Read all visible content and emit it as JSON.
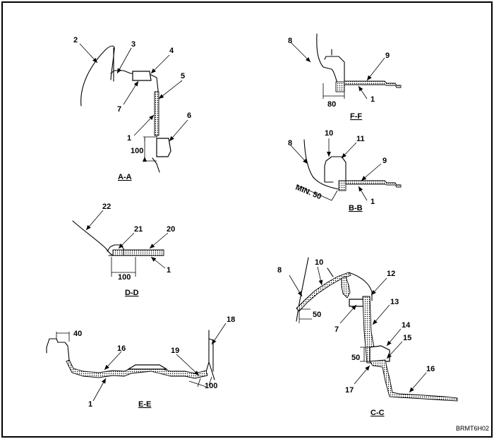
{
  "figure_code": "BRMT6H02",
  "views": {
    "a_a": {
      "title": "A-A",
      "callouts": [
        "2",
        "3",
        "4",
        "5",
        "6",
        "7",
        "1"
      ],
      "dim": "100"
    },
    "f_f": {
      "title": "F-F",
      "callouts": [
        "8",
        "9",
        "1"
      ],
      "dim": "80"
    },
    "b_b": {
      "title": "B-B",
      "callouts": [
        "8",
        "10",
        "11",
        "9",
        "1"
      ],
      "dim": "MIN. 50"
    },
    "d_d": {
      "title": "D-D",
      "callouts": [
        "22",
        "21",
        "20",
        "1"
      ],
      "dim": "100"
    },
    "e_e": {
      "title": "E-E",
      "callouts": [
        "18",
        "16",
        "19",
        "1"
      ],
      "dims": [
        "40",
        "100"
      ]
    },
    "c_c": {
      "title": "C-C",
      "callouts": [
        "8",
        "10",
        "12",
        "13",
        "14",
        "15",
        "16",
        "17",
        "7"
      ],
      "dims": [
        "50",
        "50"
      ]
    }
  }
}
